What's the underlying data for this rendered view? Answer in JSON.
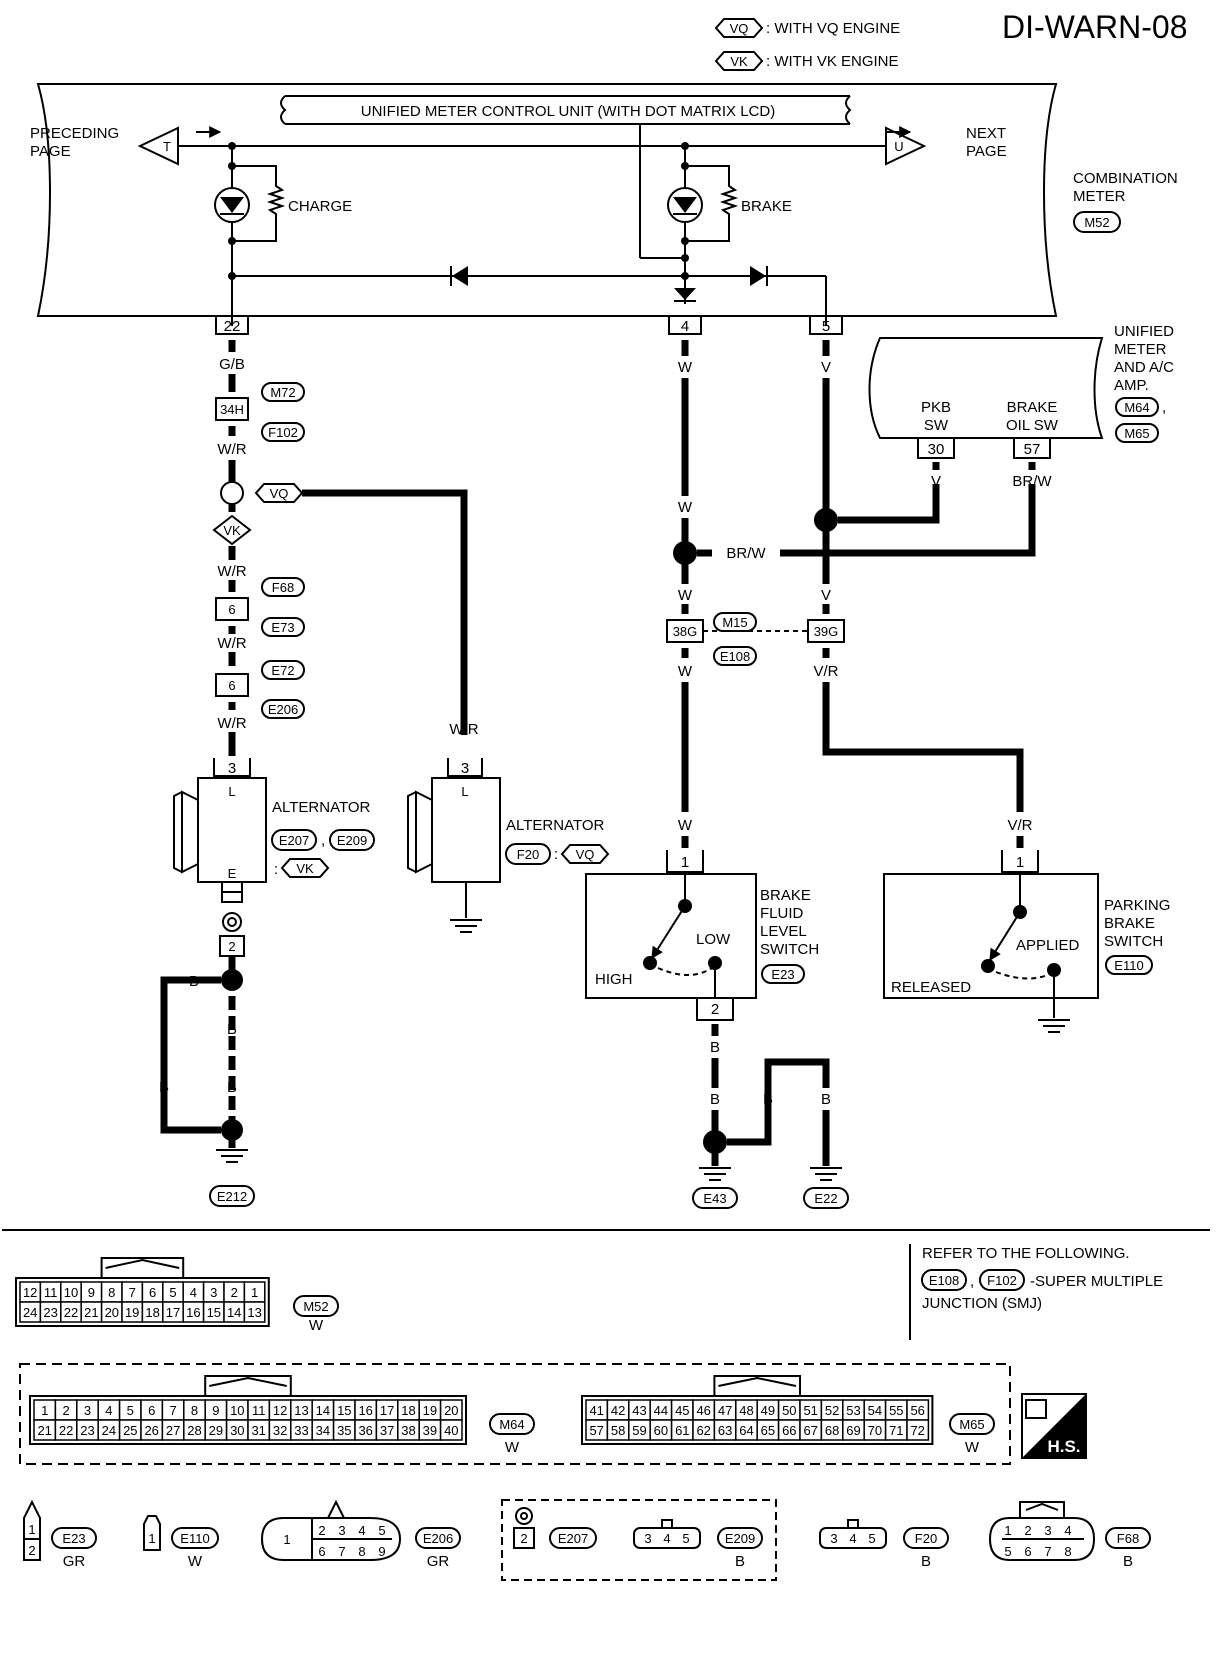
{
  "header": {
    "page_id": "DI-WARN-08",
    "legend": [
      {
        "code": "VQ",
        "text": ": WITH VQ ENGINE"
      },
      {
        "code": "VK",
        "text": ": WITH VK ENGINE"
      }
    ]
  },
  "meter": {
    "unit_title": "UNIFIED METER CONTROL UNIT (WITH DOT MATRIX LCD)",
    "name_line1": "COMBINATION",
    "name_line2": "METER",
    "connector": "M52",
    "preceding_line1": "PRECEDING",
    "preceding_line2": "PAGE",
    "preceding_tag": "T",
    "next_line1": "NEXT",
    "next_line2": "PAGE",
    "next_tag": "U",
    "charge_label": "CHARGE",
    "brake_label": "BRAKE",
    "pins": [
      "22",
      "4",
      "5"
    ]
  },
  "amp": {
    "line1": "UNIFIED",
    "line2": "METER",
    "line3": "AND A/C",
    "line4": "AMP.",
    "conn1": "M64",
    "conn2": "M65",
    "sep": ",",
    "pkb_line1": "PKB",
    "pkb_line2": "SW",
    "oil_line1": "BRAKE",
    "oil_line2": "OIL SW",
    "pin_pkb": "30",
    "pin_oil": "57"
  },
  "wires": {
    "gb": "G/B",
    "wr": "W/R",
    "w": "W",
    "v": "V",
    "brw": "BR/W",
    "vr": "V/R",
    "b": "B"
  },
  "connectors": {
    "c34h": "34H",
    "m72": "M72",
    "f102": "F102",
    "c6": "6",
    "f68": "F68",
    "e73": "E73",
    "e72": "E72",
    "e206": "E206",
    "c38g": "38G",
    "c39g": "39G",
    "m15": "M15",
    "e108": "E108"
  },
  "alternator_vk": {
    "name": "ALTERNATOR",
    "pin": "3",
    "terminal_l": "L",
    "terminal_e": "E",
    "conn1": "E207",
    "conn2": "E209",
    "sep": ",",
    "code": "VK",
    "ground_pin": "2"
  },
  "alternator_vq": {
    "name": "ALTERNATOR",
    "pin": "3",
    "terminal_l": "L",
    "conn": "F20",
    "code": "VQ"
  },
  "brake_fluid": {
    "line1": "BRAKE",
    "line2": "FLUID",
    "line3": "LEVEL",
    "line4": "SWITCH",
    "conn": "E23",
    "pin1": "1",
    "pin2": "2",
    "high": "HIGH",
    "low": "LOW"
  },
  "parking": {
    "line1": "PARKING",
    "line2": "BRAKE",
    "line3": "SWITCH",
    "conn": "E110",
    "pin": "1",
    "released": "RELEASED",
    "applied": "APPLIED"
  },
  "grounds": [
    "E212",
    "E43",
    "E22"
  ],
  "refer": {
    "line1": "REFER TO THE FOLLOWING.",
    "conn1": "E108",
    "conn2": "F102",
    "line2_rest": "-SUPER MULTIPLE",
    "line3": "JUNCTION (SMJ)",
    "sep": ","
  },
  "conn_m52": {
    "top": [
      "12",
      "11",
      "10",
      "9",
      "8",
      "7",
      "6",
      "5",
      "4",
      "3",
      "2",
      "1"
    ],
    "bottom": [
      "24",
      "23",
      "22",
      "21",
      "20",
      "19",
      "18",
      "17",
      "16",
      "15",
      "14",
      "13"
    ],
    "name": "M52",
    "color": "W"
  },
  "conn_m64": {
    "top": [
      "1",
      "2",
      "3",
      "4",
      "5",
      "6",
      "7",
      "8",
      "9",
      "10",
      "11",
      "12",
      "13",
      "14",
      "15",
      "16",
      "17",
      "18",
      "19",
      "20"
    ],
    "bottom": [
      "21",
      "22",
      "23",
      "24",
      "25",
      "26",
      "27",
      "28",
      "29",
      "30",
      "31",
      "32",
      "33",
      "34",
      "35",
      "36",
      "37",
      "38",
      "39",
      "40"
    ],
    "name": "M64",
    "color": "W"
  },
  "conn_m65": {
    "top": [
      "41",
      "42",
      "43",
      "44",
      "45",
      "46",
      "47",
      "48",
      "49",
      "50",
      "51",
      "52",
      "53",
      "54",
      "55",
      "56"
    ],
    "bottom": [
      "57",
      "58",
      "59",
      "60",
      "61",
      "62",
      "63",
      "64",
      "65",
      "66",
      "67",
      "68",
      "69",
      "70",
      "71",
      "72"
    ],
    "name": "M65",
    "color": "W"
  },
  "hs_badge": "H.S.",
  "small_conns": {
    "e23": {
      "pins": [
        "1",
        "2"
      ],
      "name": "E23",
      "color": "GR"
    },
    "e110": {
      "pins": [
        "1"
      ],
      "name": "E110",
      "color": "W"
    },
    "e206": {
      "pins": [
        "1",
        "2",
        "3",
        "4",
        "5",
        "6",
        "7",
        "8",
        "9"
      ],
      "name": "E206",
      "color": "GR"
    },
    "e207": {
      "pins": [
        "2"
      ],
      "name": "E207"
    },
    "e209": {
      "pins": [
        "3",
        "4",
        "5"
      ],
      "name": "E209",
      "color": "B"
    },
    "f20": {
      "pins": [
        "3",
        "4",
        "5"
      ],
      "name": "F20",
      "color": "B"
    },
    "f68": {
      "pins": [
        "1",
        "2",
        "3",
        "4",
        "5",
        "6",
        "7",
        "8"
      ],
      "name": "F68",
      "color": "B"
    }
  }
}
